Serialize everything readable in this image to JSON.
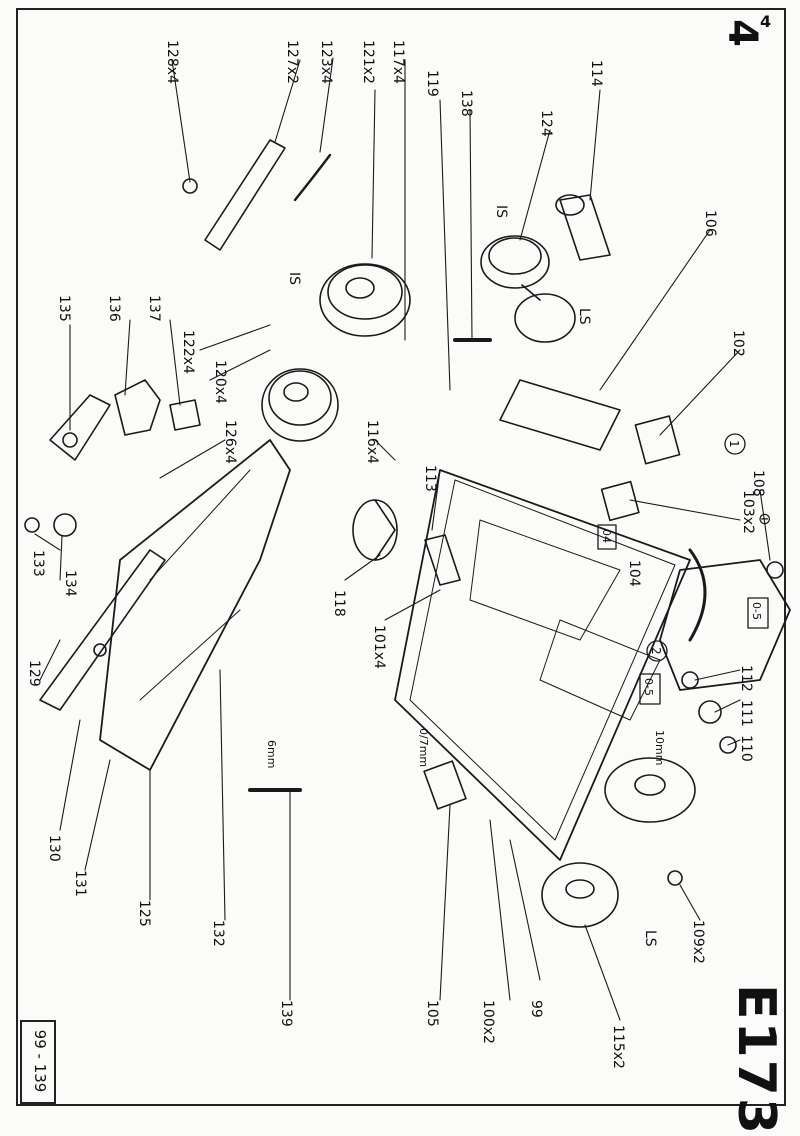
{
  "sheet": {
    "corner_number": "4",
    "corner_superscript": "4",
    "drawing_code": "E173",
    "page_ref": "99 - 139"
  },
  "labels": {
    "p99": "99",
    "p100": "100x2",
    "p101": "101x4",
    "p102": "102",
    "p103": "103x2",
    "p104": "104",
    "p105": "105",
    "p106": "106",
    "p108": "108",
    "p109": "109x2",
    "p110": "110",
    "p111": "111",
    "p112": "112",
    "p113": "113",
    "p114": "114",
    "p115": "115x2",
    "p116": "116x4",
    "p117": "117x4",
    "p118": "118",
    "p119": "119",
    "p120": "120x4",
    "p121": "121x2",
    "p122": "122x4",
    "p123": "123x4",
    "p124": "124",
    "p125": "125",
    "p126": "126x4",
    "p127": "127x2",
    "p128": "128x4",
    "p129": "129",
    "p130": "130",
    "p131": "131",
    "p132": "132",
    "p133": "133",
    "p134": "134",
    "p135": "135",
    "p136": "136",
    "p137": "137",
    "p138": "138",
    "p139": "139"
  },
  "annotations": {
    "ls": "LS",
    "is": "IS",
    "dim_6mm": "6mm",
    "dim_07mm": "0/7mm",
    "dim_10mm": "10mm",
    "box_05": "0-5",
    "box_04": "04",
    "circle_1": "1",
    "circle_2": "2",
    "minus": "⊖"
  }
}
